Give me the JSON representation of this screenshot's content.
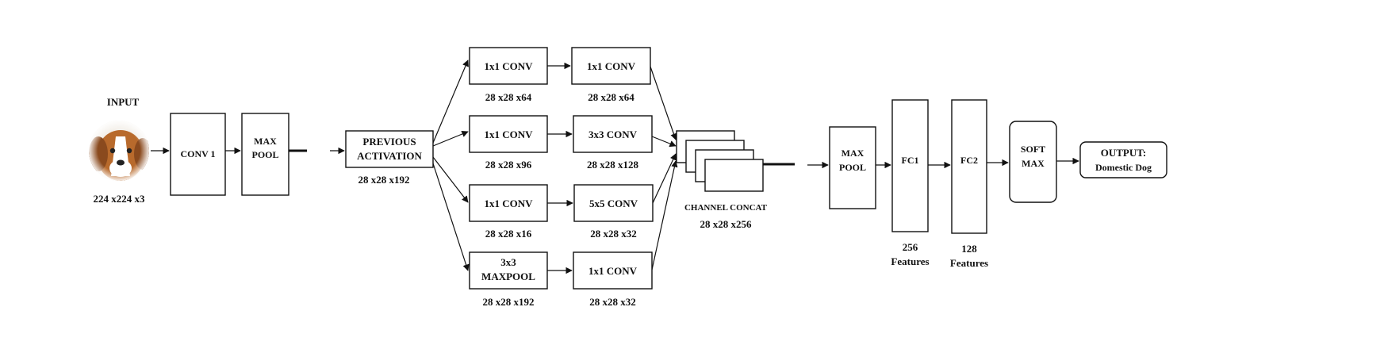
{
  "input": {
    "title": "INPUT",
    "dims": "224 x224 x3"
  },
  "conv1": {
    "label": "CONV 1"
  },
  "maxpool1": {
    "line1": "MAX",
    "line2": "POOL"
  },
  "prev": {
    "line1": "PREVIOUS",
    "line2": "ACTIVATION",
    "dims": "28 x28 x192"
  },
  "branches": [
    {
      "a_label": "1x1 CONV",
      "a_dims": "28 x28 x64",
      "b_label": "1x1 CONV",
      "b_dims": "28 x28 x64"
    },
    {
      "a_label": "1x1 CONV",
      "a_dims": "28 x28 x96",
      "b_label": "3x3 CONV",
      "b_dims": "28 x28 x128"
    },
    {
      "a_label": "1x1 CONV",
      "a_dims": "28 x28 x16",
      "b_label": "5x5 CONV",
      "b_dims": "28 x28 x32"
    },
    {
      "a_line1": "3x3",
      "a_line2": "MAXPOOL",
      "a_dims": "28 x28 x192",
      "b_label": "1x1 CONV",
      "b_dims": "28 x28 x32"
    }
  ],
  "concat": {
    "label": "CHANNEL CONCAT",
    "dims": "28 x28 x256"
  },
  "maxpool2": {
    "line1": "MAX",
    "line2": "POOL"
  },
  "fc1": {
    "label": "FC1",
    "count": "256",
    "unit": "Features"
  },
  "fc2": {
    "label": "FC2",
    "count": "128",
    "unit": "Features"
  },
  "softmax": {
    "line1": "SOFT",
    "line2": "MAX"
  },
  "output": {
    "line1": "OUTPUT:",
    "line2": "Domestic Dog"
  }
}
